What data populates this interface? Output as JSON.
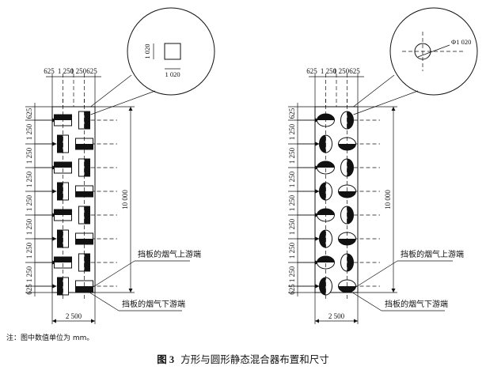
{
  "caption": {
    "number": "图 3",
    "title": "方形与圆形静态混合器布置和尺寸"
  },
  "note": "注：图中数值单位为 mm。",
  "left_panel": {
    "top_dims": [
      "625",
      "1 250",
      "1 250",
      "625"
    ],
    "left_dims": [
      "625",
      "1 250",
      "1 250",
      "1 250",
      "1 250",
      "1 250",
      "1 250",
      "1 250",
      "625"
    ],
    "height": "10 000",
    "width": "2 500",
    "detail_label": "1 020",
    "upstream_label": "挡板的烟气上游端",
    "downstream_label": "挡板的烟气下游端"
  },
  "right_panel": {
    "top_dims": [
      "625",
      "1 250",
      "1 250",
      "625"
    ],
    "left_dims": [
      "625",
      "1 250",
      "1 250",
      "1 250",
      "1 250",
      "1 250",
      "1 250",
      "1 250",
      "625"
    ],
    "height": "10 000",
    "width": "2 500",
    "detail_label": "Φ1 020",
    "upstream_label": "挡板的烟气上游端",
    "downstream_label": "挡板的烟气下游端"
  }
}
